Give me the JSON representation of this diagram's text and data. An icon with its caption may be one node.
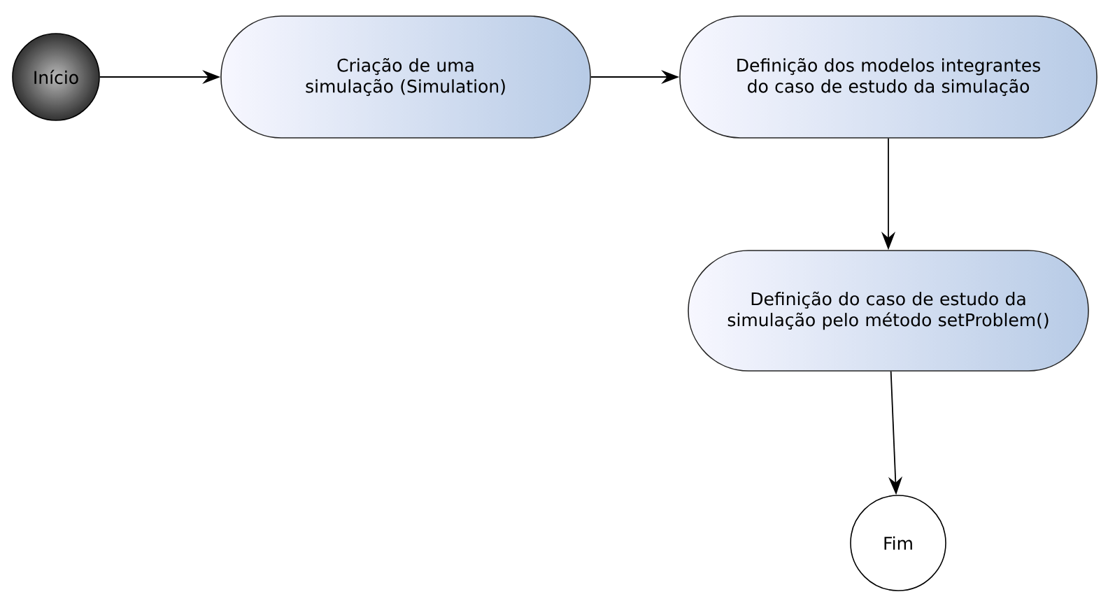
{
  "diagram": {
    "nodes": [
      {
        "text": [
          "Início"
        ]
      },
      {
        "text": [
          "Criação de uma simulação (Simulation)"
        ]
      },
      {
        "text": [
          "Definição dos modelos integrantes do caso de estudo da simulação"
        ]
      },
      {
        "text": [
          "Definição do caso de estudo da simulação pelo método setProblem()"
        ]
      },
      {
        "text": [
          "Fim"
        ]
      }
    ],
    "edges": [
      {
        "from": 0,
        "to": 1,
        "arrow": "to"
      },
      {
        "from": 1,
        "to": 2,
        "arrow": "to"
      },
      {
        "from": 2,
        "to": 3,
        "arrow": "to"
      },
      {
        "from": 3,
        "to": 4,
        "arrow": "to"
      }
    ]
  }
}
